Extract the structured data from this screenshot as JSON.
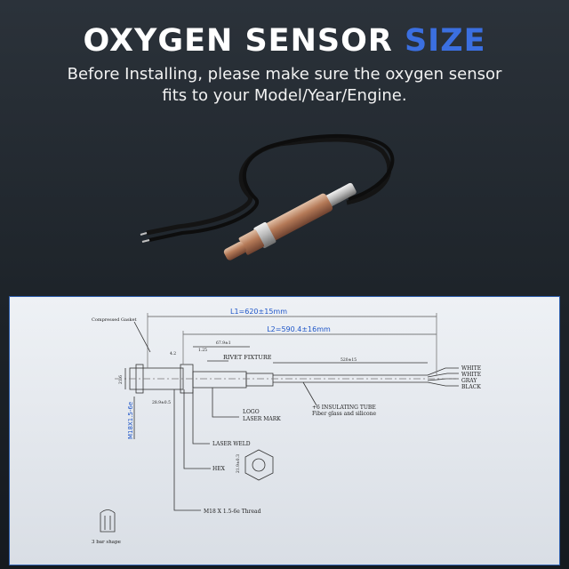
{
  "header": {
    "title_main": "OXYGEN SENSOR",
    "title_accent": "SIZE",
    "subtitle_line1": "Before Installing, please make sure the oxygen sensor",
    "subtitle_line2": "fits to your Model/Year/Engine."
  },
  "diagram": {
    "l1": "L1=620±15mm",
    "l2": "L2=590.4±16mm",
    "compressed_gasket": "Compressed Gasket",
    "rivet_fixture": "RIVET FIXTURE",
    "logo": "LOGO",
    "laser_mark": "LASER MARK",
    "laser_weld": "LASER WELD",
    "hex": "HEX",
    "thread": "M18 X 1.5-6e Thread",
    "three_bar": "3 bar shape",
    "insulating_tube": "+6 INSULATING TUBE",
    "fiber": "Fiber glass and silicone",
    "thread_side": "M18X1.5-6e",
    "dim_67": "67.9±1",
    "dim_1_25": "1.25",
    "dim_520": "520±15",
    "dim_28_9": "28.9±0.5",
    "dim_21_6": "21.6",
    "dim_hex": "21.9±0.3",
    "dim_4_2": "4.2",
    "wires": [
      "WHITE",
      "WHITE",
      "GRAY",
      "BLACK"
    ]
  }
}
